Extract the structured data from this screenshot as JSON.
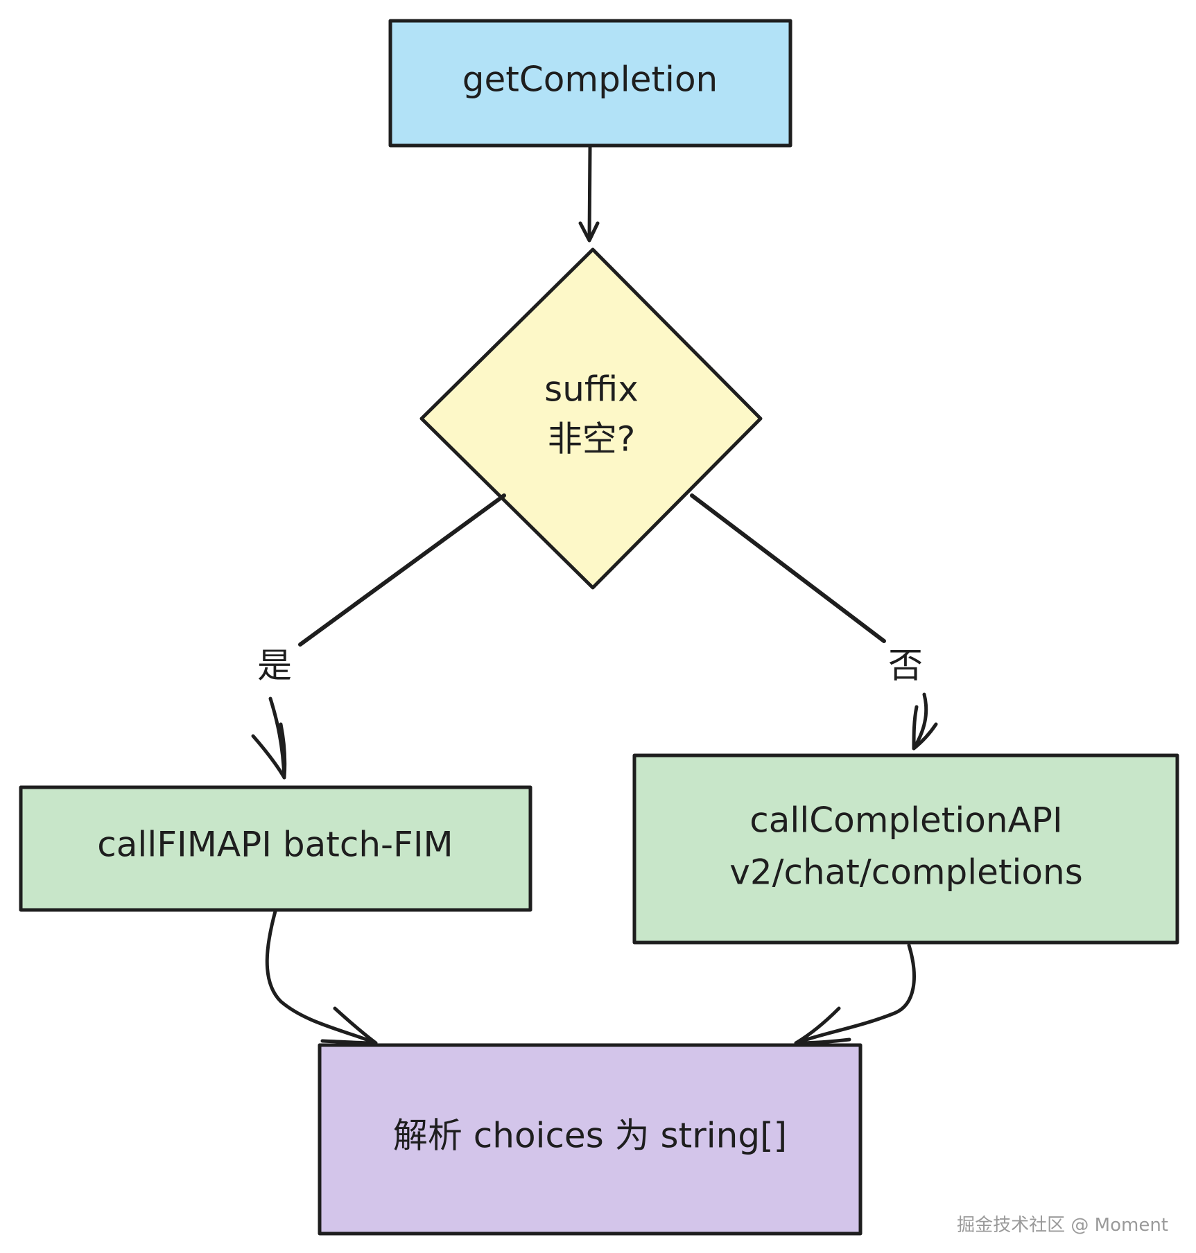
{
  "nodes": {
    "start": {
      "label": "getCompletion",
      "color": "#b2e2f7"
    },
    "decision": {
      "line1": "suffix",
      "line2": "非空?",
      "color": "#fdf8c8"
    },
    "fim": {
      "label": "callFIMAPI batch-FIM",
      "color": "#c8e6c9"
    },
    "completion": {
      "line1": "callCompletionAPI",
      "line2": "v2/chat/completions",
      "color": "#c8e6c9"
    },
    "parse": {
      "label": "解析 choices 为 string[]",
      "color": "#d3c5ea"
    }
  },
  "edges": {
    "yes_label": "是",
    "no_label": "否"
  },
  "watermark": "掘金技术社区 @ Moment"
}
